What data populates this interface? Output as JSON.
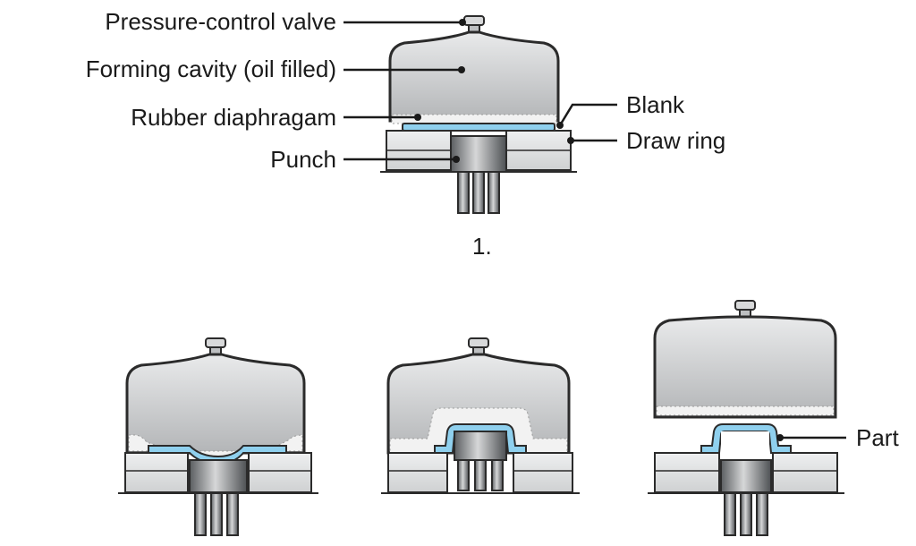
{
  "labels": {
    "pressure_control_valve": "Pressure-control valve",
    "forming_cavity": "Forming cavity (oil filled)",
    "rubber_diaphragm": "Rubber diaphragam",
    "punch": "Punch",
    "blank": "Blank",
    "draw_ring": "Draw ring",
    "part": "Part",
    "step_1": "1."
  },
  "colors": {
    "outline": "#2b2b2b",
    "cavity_fill": "#c4c6c8",
    "diaphragm_fill": "#f2f2f2",
    "blank_fill": "#8fd0ee",
    "ring_fill": "#dcdedf",
    "punch_fill": "#8c8f92",
    "leader_line": "#1a1a1a"
  }
}
